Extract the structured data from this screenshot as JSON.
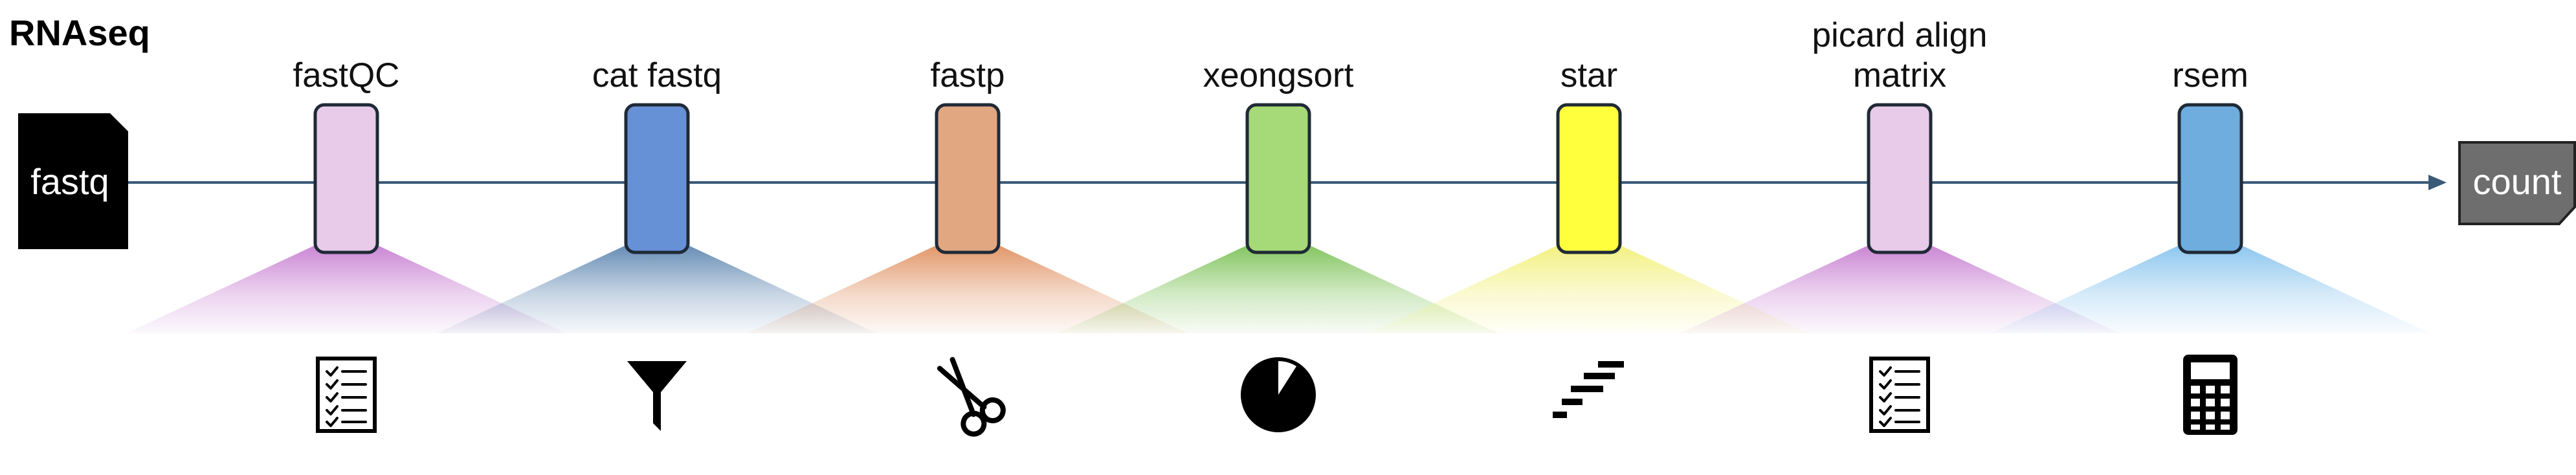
{
  "title": "RNAseq",
  "input": {
    "label": "fastq",
    "color": "#000000"
  },
  "output": {
    "label": "count",
    "color": "#6e6e6e"
  },
  "pipeline_line_color": "#3a5a78",
  "steps": [
    {
      "label_lines": [
        "fastQC"
      ],
      "color": "#e8cbe9",
      "fan_color": "#c77fd1",
      "icon": "checklist-icon"
    },
    {
      "label_lines": [
        "cat fastq"
      ],
      "color": "#6791d6",
      "fan_color": "#5d86b0",
      "icon": "funnel-icon"
    },
    {
      "label_lines": [
        "fastp"
      ],
      "color": "#e0a781",
      "fan_color": "#e09060",
      "icon": "scissors-icon"
    },
    {
      "label_lines": [
        "xeongsort"
      ],
      "color": "#a6d978",
      "fan_color": "#7cc256",
      "icon": "pie-chart-icon"
    },
    {
      "label_lines": [
        "star"
      ],
      "color": "#ffff3d",
      "fan_color": "#f2f07a",
      "icon": "staggered-bars-icon"
    },
    {
      "label_lines": [
        "picard align",
        "matrix"
      ],
      "color": "#e8cbe9",
      "fan_color": "#c77fd1",
      "icon": "checklist-icon"
    },
    {
      "label_lines": [
        "rsem"
      ],
      "color": "#6faddf",
      "fan_color": "#86c3ee",
      "icon": "calculator-icon"
    }
  ]
}
